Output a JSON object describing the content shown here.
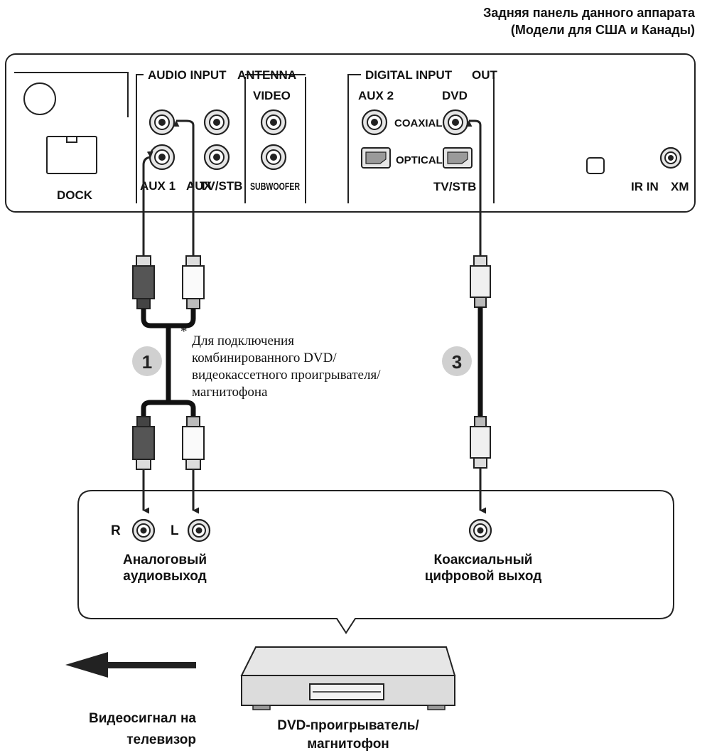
{
  "header": {
    "line1": "Задняя панель данного аппарата",
    "line2": "(Модели для США и Канады)"
  },
  "panel": {
    "dock_label": "DOCK",
    "audio_input_label": "AUDIO INPUT",
    "antenna_label": "ANTENNA",
    "video_label": "VIDEO",
    "aux1_label": "AUX 1",
    "aux1_overlap_label": "AUX",
    "tv_stb_overlap_label": "TV/STB",
    "subwoofer_label": "SUBWOOFER",
    "digital_input_label": "DIGITAL INPUT",
    "digital_out_label": "OUT",
    "aux2_label": "AUX 2",
    "dvd_label": "DVD",
    "coaxial_label": "COAXIAL",
    "optical_label": "OPTICAL",
    "tv_stb_label": "TV/STB",
    "ir_in_label": "IR IN",
    "ir_in_overlap_label": "XM"
  },
  "badges": {
    "one": "1",
    "three": "3"
  },
  "note": {
    "asterisk": "*",
    "line1": "Для подключения",
    "line2": "комбинированного DVD/",
    "line3": "видеокассетного проигрывателя/",
    "line4": "магнитофона"
  },
  "device_box": {
    "r_label": "R",
    "l_label": "L",
    "analog_line1": "Аналоговый",
    "analog_line2": "аудиовыход",
    "coax_line1": "Коаксиальный",
    "coax_line2": "цифровой выход"
  },
  "bottom": {
    "video_line1": "Видеосигнал на",
    "video_line2": "телевизор",
    "device_line1": "DVD-проигрыватель/",
    "device_line2": "магнитофон"
  },
  "icons": {
    "arrow": "left-arrow-icon",
    "device": "dvd-player-icon"
  }
}
